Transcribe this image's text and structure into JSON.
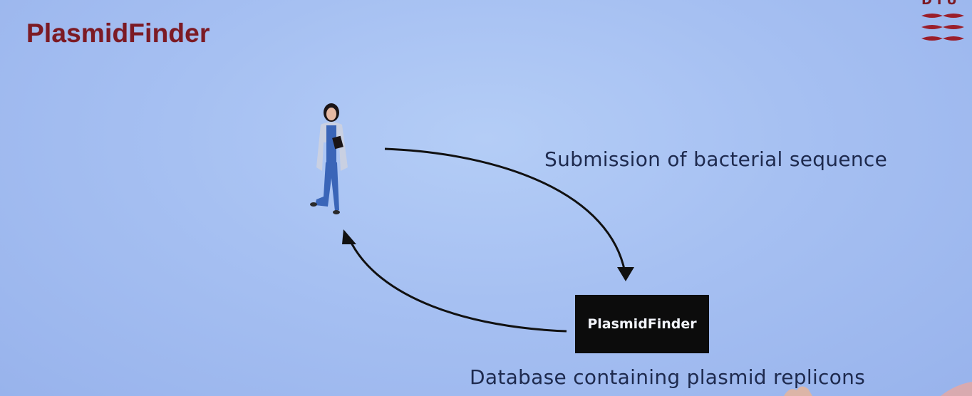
{
  "slide": {
    "title": "PlasmidFinder"
  },
  "logo": {
    "text": "DTU",
    "color": "#7c1a24"
  },
  "diagram": {
    "user_icon": "person-icon",
    "submission_label": "Submission of bacterial sequence",
    "service_box_label": "PlasmidFinder",
    "database_label": "Database containing plasmid replicons"
  },
  "colors": {
    "title": "#7c1a24",
    "arrow": "#111111",
    "box": "#0c0c0c",
    "text": "#1e2a4e"
  }
}
